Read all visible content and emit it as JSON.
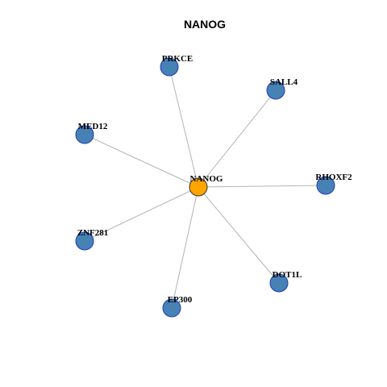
{
  "title": "NANOG",
  "colors": {
    "hub_fill": "#FFA500",
    "node_fill": "#4682B4",
    "node_stroke": "#2338C0",
    "edge": "#B3B3B3"
  },
  "hub": "NANOG",
  "nodes": [
    "PRKCE",
    "SALL4",
    "MED12",
    "RHOXF2",
    "ZNF281",
    "DOT1L",
    "EP300"
  ],
  "edges": [
    [
      "NANOG",
      "PRKCE"
    ],
    [
      "NANOG",
      "SALL4"
    ],
    [
      "NANOG",
      "MED12"
    ],
    [
      "NANOG",
      "RHOXF2"
    ],
    [
      "NANOG",
      "ZNF281"
    ],
    [
      "NANOG",
      "DOT1L"
    ],
    [
      "NANOG",
      "EP300"
    ]
  ]
}
